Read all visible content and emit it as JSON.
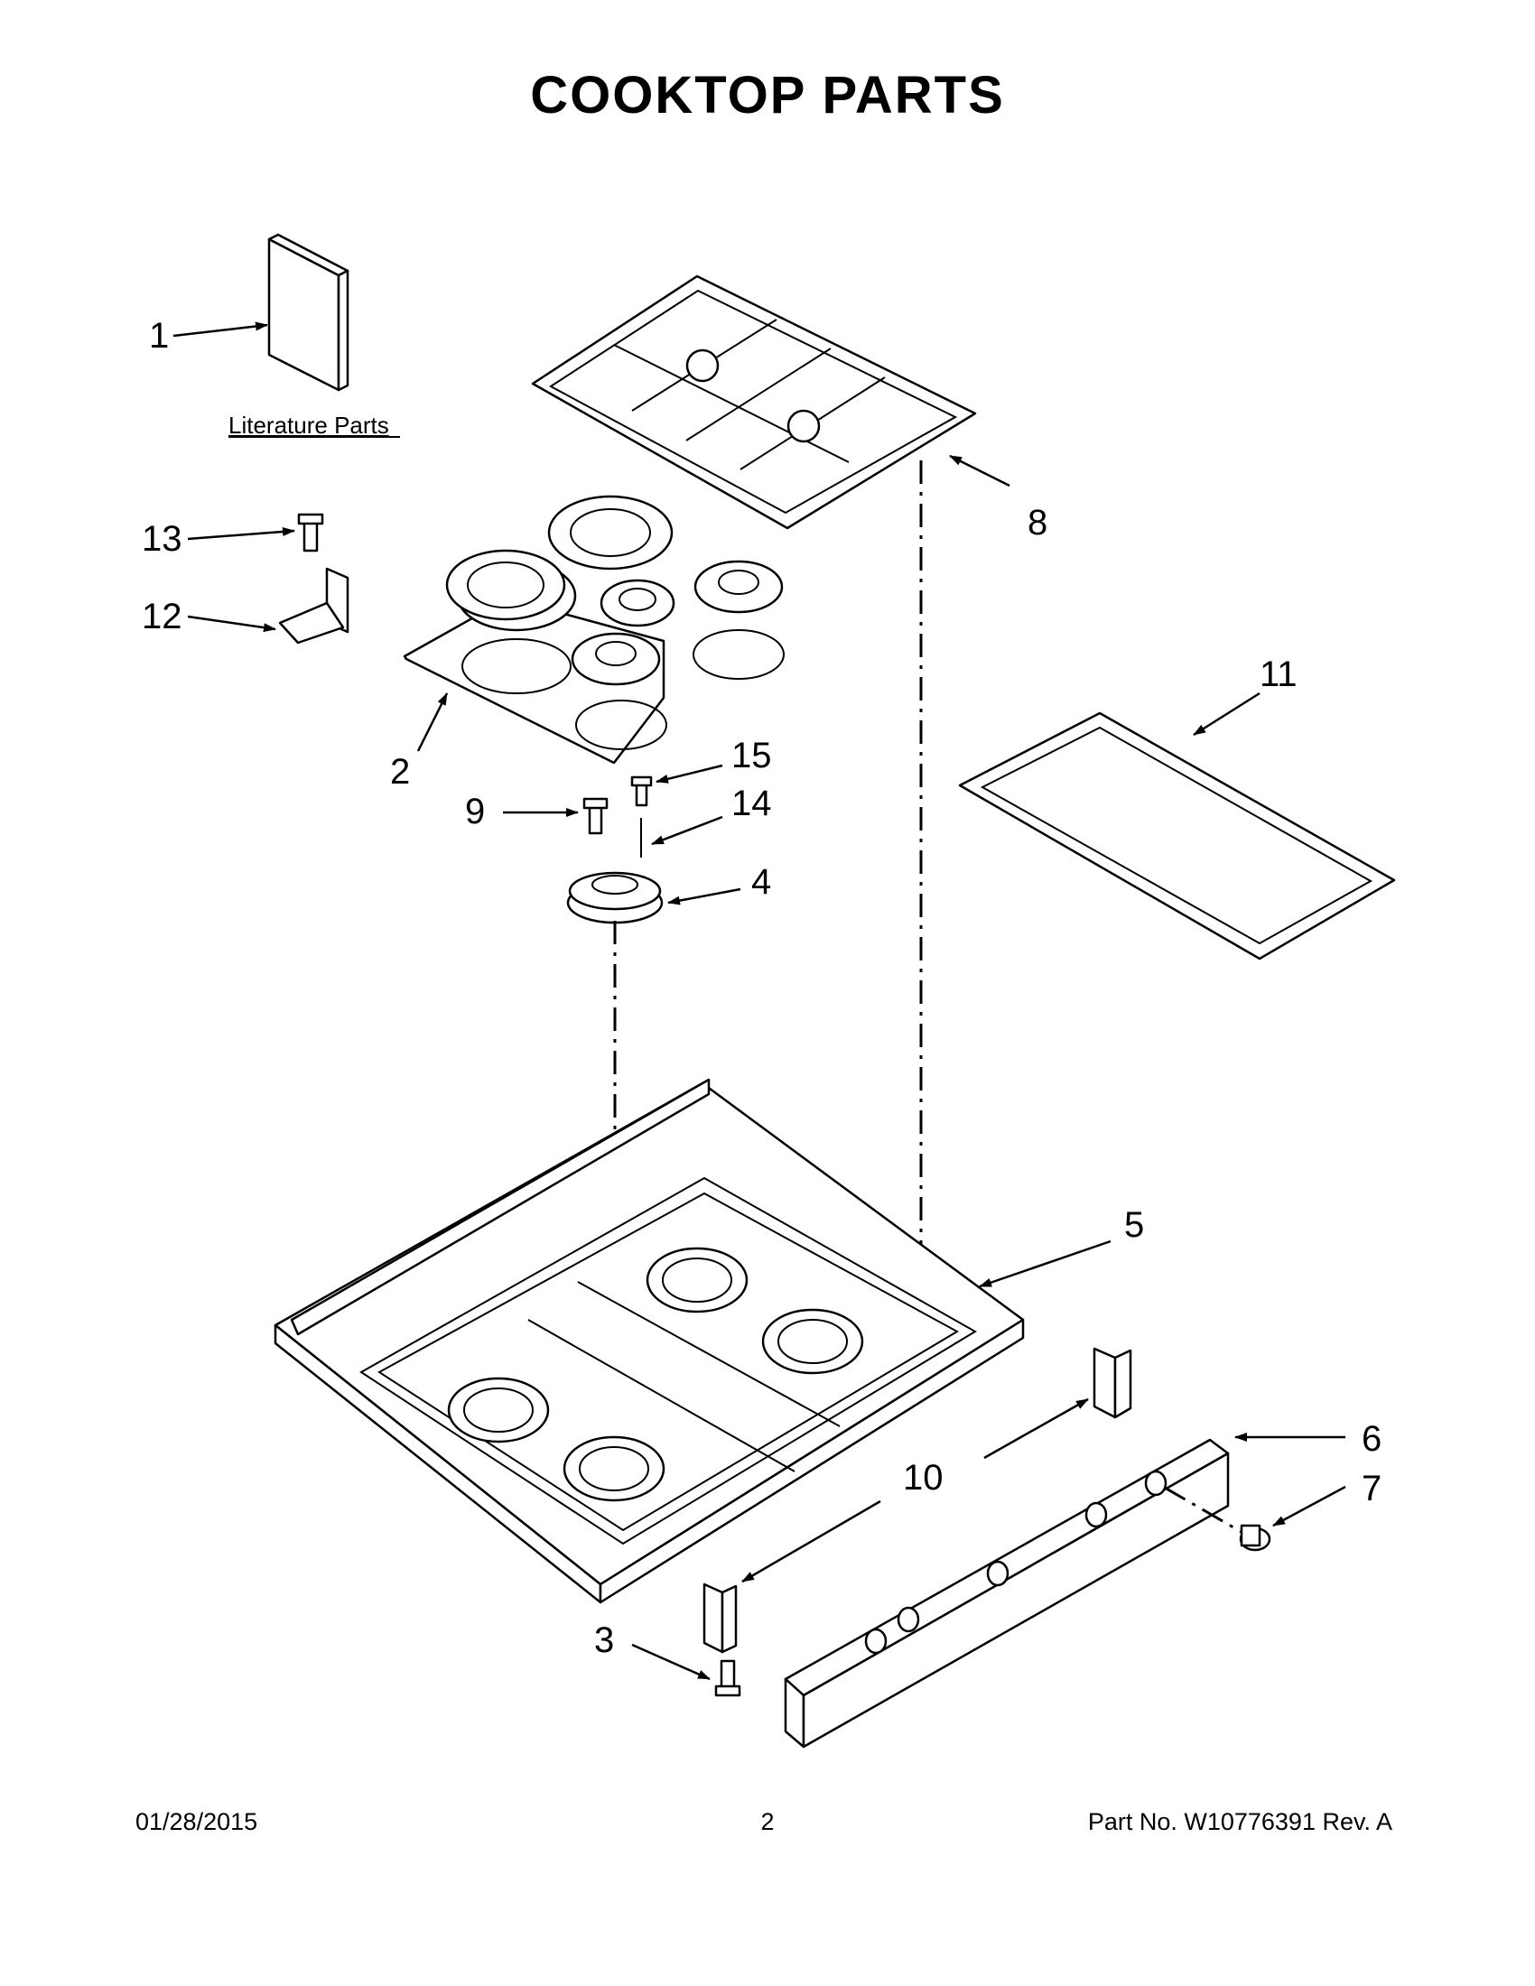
{
  "title": "COOKTOP PARTS",
  "literature_label": "Literature Parts",
  "callouts": {
    "c1": "1",
    "c2": "2",
    "c3": "3",
    "c4": "4",
    "c5": "5",
    "c6": "6",
    "c7": "7",
    "c8": "8",
    "c9": "9",
    "c10": "10",
    "c11": "11",
    "c12": "12",
    "c13": "13",
    "c14": "14",
    "c15": "15"
  },
  "footer": {
    "date": "01/28/2015",
    "page": "2",
    "part_no": "Part No.  W10776391  Rev.  A"
  }
}
